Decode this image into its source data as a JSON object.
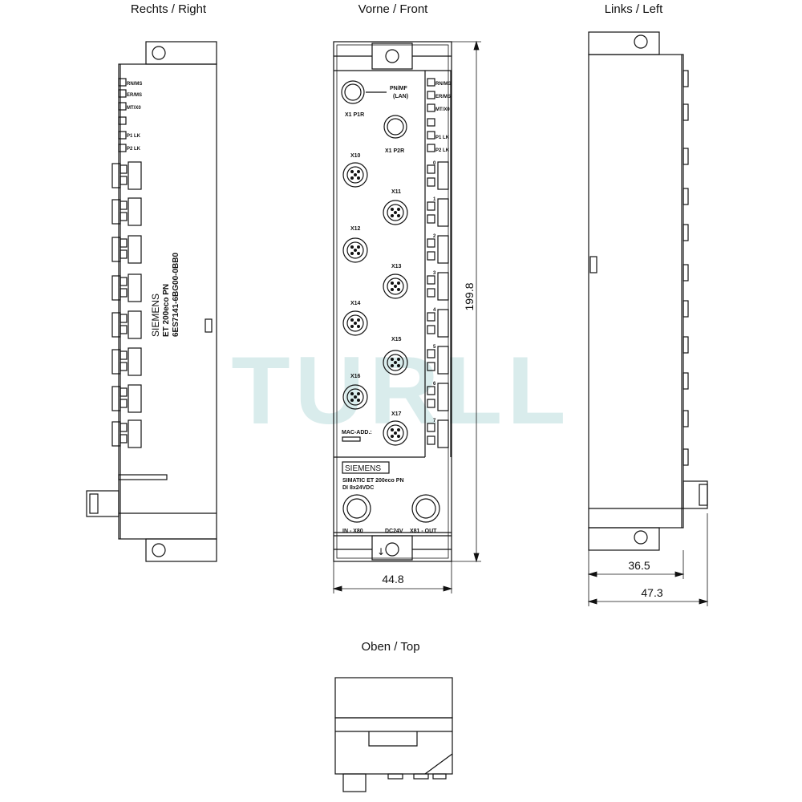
{
  "views": {
    "right": "Rechts / Right",
    "front": "Vorne / Front",
    "left": "Links / Left",
    "top": "Oben / Top"
  },
  "dimensions": {
    "height": "199.8",
    "width_front": "44.8",
    "depth_body": "36.5",
    "depth_total": "47.3"
  },
  "watermark": "TURLL",
  "front_labels": {
    "pn_mf": "PN/MF",
    "lan": "(LAN)",
    "x1p1r": "X1 P1R",
    "x1p2r": "X1 P2R",
    "mac": "MAC-ADD.:",
    "brand": "SIEMENS",
    "product_line1": "SIMATIC ET 200eco PN",
    "product_line2": "DI 8x24VDC",
    "power_in": "IN - X80",
    "power_mid": "DC24V",
    "power_out": "X81 - OUT",
    "connectors": [
      "X10",
      "X11",
      "X12",
      "X13",
      "X14",
      "X15",
      "X16",
      "X17"
    ]
  },
  "led_labels": [
    "RN/MS",
    "ER/MS",
    "MT/X0",
    "P1 LK",
    "P2 LK"
  ],
  "channel_labels": [
    "0",
    "1",
    "2",
    "3",
    "4",
    "5",
    "6",
    "7"
  ],
  "side_text": {
    "brand": "SIEMENS",
    "line1": "ET 200eco PN",
    "line2": "6ES7141-6BG00-0BB0"
  }
}
